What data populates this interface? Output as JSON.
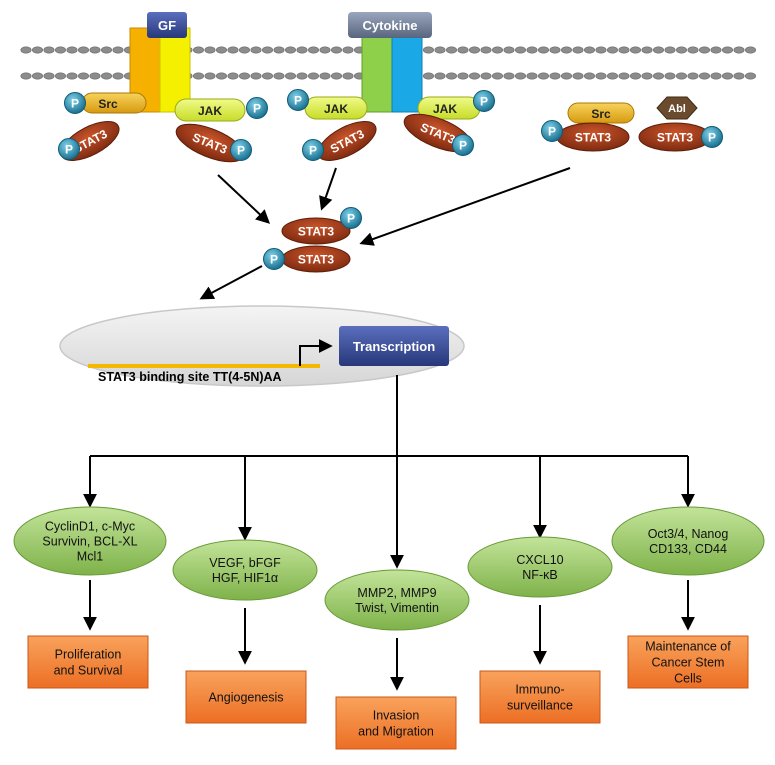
{
  "receptors": {
    "gf_label": "GF",
    "cytokine_label": "Cytokine"
  },
  "kinases": {
    "src": "Src",
    "jak": "JAK",
    "abl": "Abl"
  },
  "phospho": "P",
  "stat3": "STAT3",
  "nucleus": {
    "binding_site": "STAT3 binding site TT(4-5N)AA",
    "transcription": "Transcription"
  },
  "targets": [
    {
      "lines": [
        "CyclinD1, c-Myc",
        "Survivin,  BCL-XL",
        "Mcl1"
      ],
      "outcome": [
        "Proliferation",
        "and Survival"
      ]
    },
    {
      "lines": [
        "VEGF, bFGF",
        "HGF, HIF1α"
      ],
      "outcome": [
        "Angiogenesis"
      ]
    },
    {
      "lines": [
        "MMP2, MMP9",
        "Twist, Vimentin"
      ],
      "outcome": [
        "Invasion",
        "and Migration"
      ]
    },
    {
      "lines": [
        "CXCL10",
        "NF-κB"
      ],
      "outcome": [
        "Immuno-",
        "surveillance"
      ]
    },
    {
      "lines": [
        "Oct3/4, Nanog",
        "CD133, CD44"
      ],
      "outcome": [
        "Maintenance of",
        "Cancer Stem",
        "Cells"
      ]
    }
  ],
  "colors": {
    "stat3": "#a0391b",
    "phospho": "#2a8fb0",
    "jak": "#ddf04a",
    "src": "#e8b51b",
    "abl": "#6b4b2d",
    "gf_box": "#3a4f9a",
    "cytokine_box": "#6e7c95",
    "target_green": "#9ccc63",
    "outcome_orange": "#f4883c",
    "transcription_box": "#3a4f9a"
  }
}
